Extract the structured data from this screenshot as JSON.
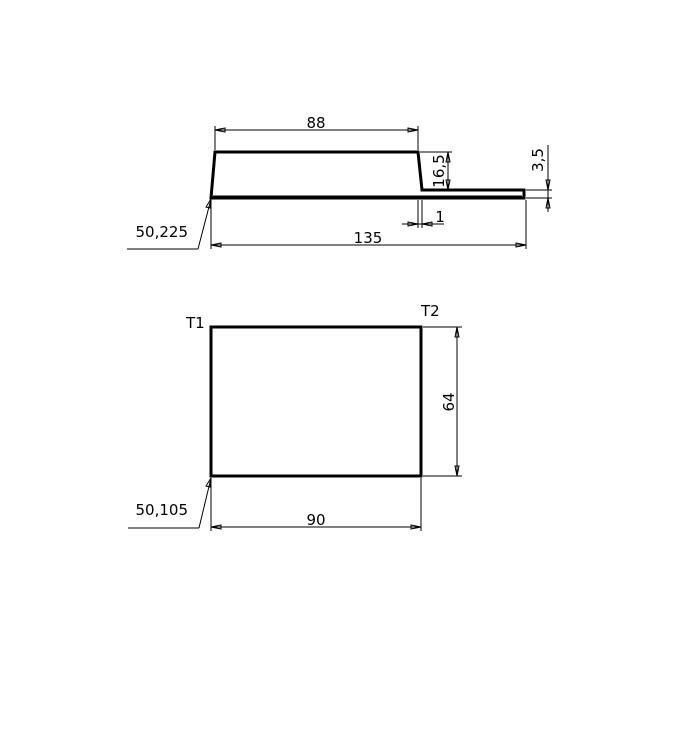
{
  "side_view": {
    "top_width": "88",
    "step_height": "16,5",
    "plate_thickness": "3,5",
    "offset": "1",
    "total_length": "135",
    "leader_label": "50,225"
  },
  "top_view": {
    "corner_left": "T1",
    "corner_right": "T2",
    "height": "64",
    "width": "90",
    "leader_label": "50,105"
  }
}
